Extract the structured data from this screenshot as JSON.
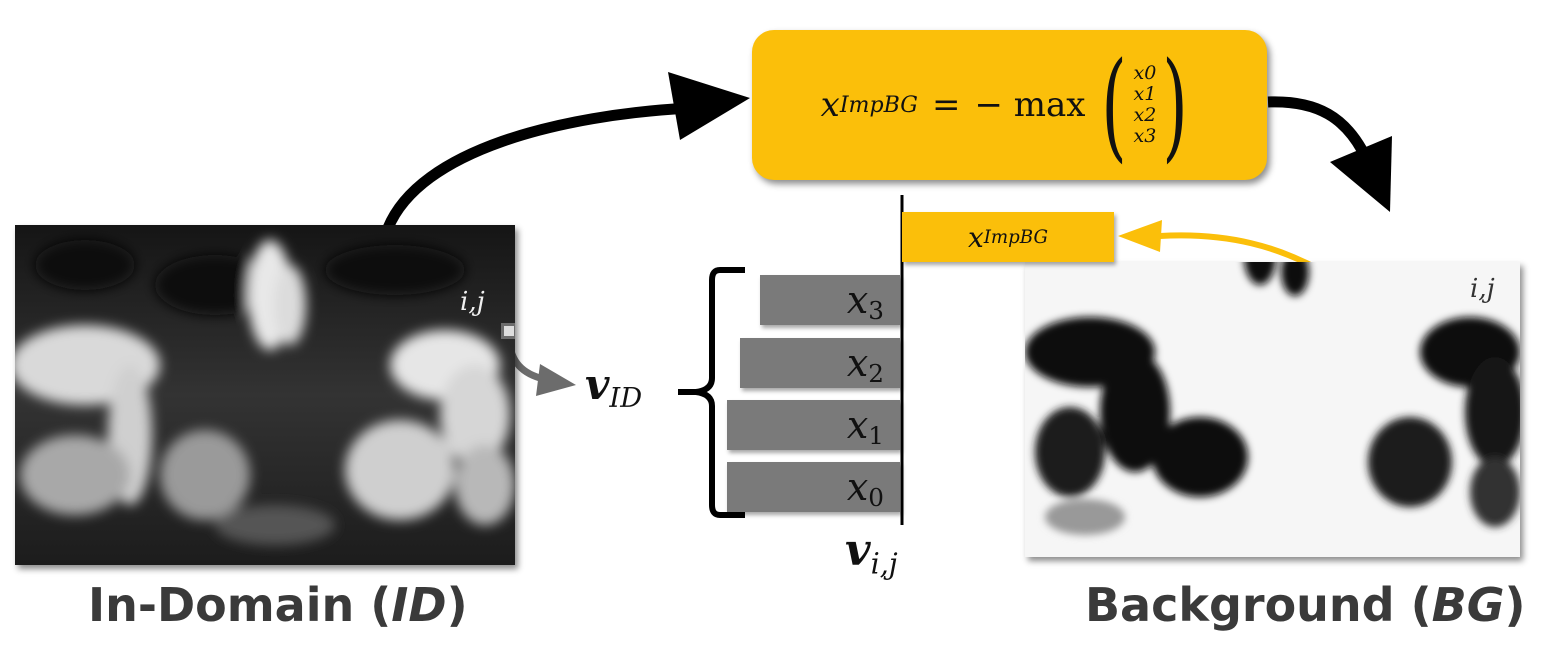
{
  "captions": {
    "in_domain_prefix": "In-Domain (",
    "in_domain_abbr": "ID",
    "background_prefix": "Background (",
    "background_abbr": "BG",
    "suffix": ")"
  },
  "formula": {
    "lhs_var": "x",
    "lhs_sub": "ImpBG",
    "equals": "=",
    "op": "− max",
    "vector": [
      "x0",
      "x1",
      "x2",
      "x3"
    ]
  },
  "labels": {
    "pixel_ij_left": "i,j",
    "pixel_ij_right": "i,j",
    "v_id_var": "v",
    "v_id_sub": "ID",
    "v_ij_var": "v",
    "v_ij_sub": "i,j",
    "imp_var": "x",
    "imp_sub": "ImpBG"
  },
  "bars": [
    {
      "var": "x",
      "sub": "3"
    },
    {
      "var": "x",
      "sub": "2"
    },
    {
      "var": "x",
      "sub": "1"
    },
    {
      "var": "x",
      "sub": "0"
    }
  ],
  "colors": {
    "accent": "#fbbf0a",
    "bar_gray": "#7a7a7a",
    "arrow_black": "#000000",
    "arrow_gray": "#707070"
  }
}
